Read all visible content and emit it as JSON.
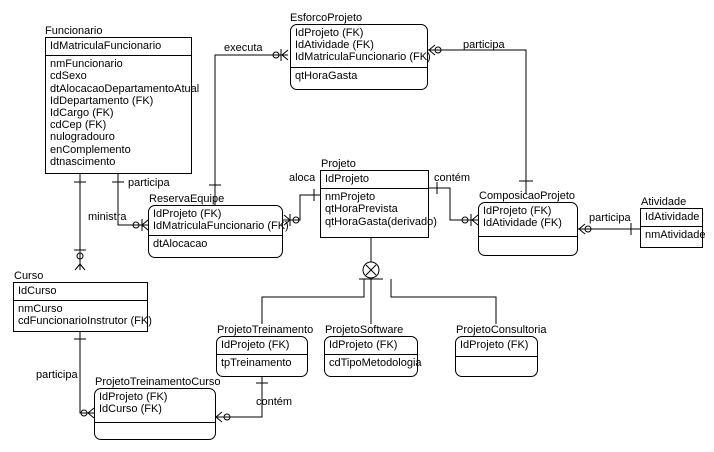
{
  "entities": {
    "funcionario": {
      "title": "Funcionario",
      "pk": [
        "IdMatriculaFuncionario"
      ],
      "attrs": [
        "nmFuncionario",
        "cdSexo",
        "dtAlocacaoDepartamentoAtual",
        "IdDepartamento (FK)",
        "IdCargo (FK)",
        "cdCep (FK)",
        "nulogradouro",
        "enComplemento",
        "dtnascimento"
      ]
    },
    "esforcoProjeto": {
      "title": "EsforcoProjeto",
      "pk": [
        "IdProjeto (FK)",
        "IdAtividade (FK)",
        "IdMatriculaFuncionario (FK)"
      ],
      "attrs": [
        "qtHoraGasta"
      ]
    },
    "reservaEquipe": {
      "title": "ReservaEquipe",
      "pk": [
        "IdProjeto (FK)",
        "IdMatriculaFuncionario (FK)"
      ],
      "attrs": [
        "dtAlocacao"
      ]
    },
    "projeto": {
      "title": "Projeto",
      "pk": [
        "IdProjeto"
      ],
      "attrs": [
        "nmProjeto",
        "qtHoraPrevista",
        "qtHoraGasta(derivado)"
      ]
    },
    "composicaoProjeto": {
      "title": "ComposicaoProjeto",
      "pk": [
        "IdProjeto (FK)",
        "IdAtividade (FK)"
      ],
      "attrs": []
    },
    "atividade": {
      "title": "Atividade",
      "pk": [
        "IdAtividade"
      ],
      "attrs": [
        "nmAtividade"
      ]
    },
    "curso": {
      "title": "Curso",
      "pk": [
        "IdCurso"
      ],
      "attrs": [
        "nmCurso",
        "cdFuncionarioInstrutor (FK)"
      ]
    },
    "projetoTreinamento": {
      "title": "ProjetoTreinamento",
      "pk": [
        "IdProjeto (FK)"
      ],
      "attrs": [
        "tpTreinamento"
      ]
    },
    "projetoSoftware": {
      "title": "ProjetoSoftware",
      "pk": [
        "IdProjeto (FK)"
      ],
      "attrs": [
        "cdTipoMetodologia"
      ]
    },
    "projetoConsultoria": {
      "title": "ProjetoConsultoria",
      "pk": [
        "IdProjeto (FK)"
      ],
      "attrs": []
    },
    "projetoTreinamentoCurso": {
      "title": "ProjetoTreinamentoCurso",
      "pk": [
        "IdProjeto (FK)",
        "IdCurso (FK)"
      ],
      "attrs": []
    }
  },
  "relationships": {
    "executa": "executa",
    "participaEsforco": "participa",
    "participaReserva": "participa",
    "ministra": "ministra",
    "aloca": "aloca",
    "contemComposicao": "contém",
    "participaAtividade": "participa",
    "participaCurso": "participa",
    "contemTreinamento": "contém"
  }
}
